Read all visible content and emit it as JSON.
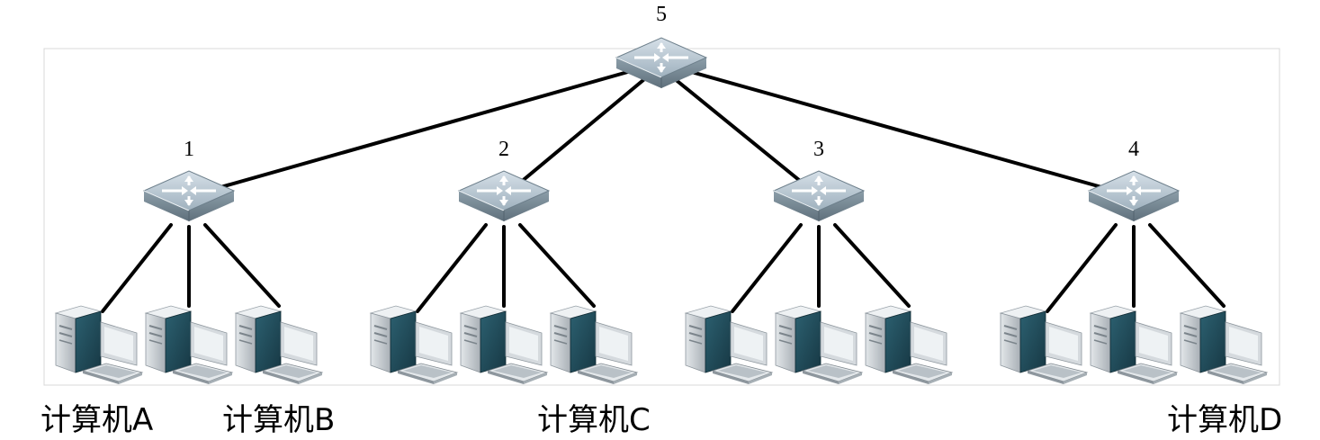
{
  "root_switch": {
    "label": "5"
  },
  "switches": [
    {
      "label": "1",
      "computers": [
        "计算机A",
        "",
        "计算机B"
      ]
    },
    {
      "label": "2",
      "computers": [
        "",
        "",
        "计算机C"
      ]
    },
    {
      "label": "3",
      "computers": [
        "",
        "",
        ""
      ]
    },
    {
      "label": "4",
      "computers": [
        "",
        "",
        "计算机D"
      ]
    }
  ],
  "colors": {
    "link": "#000000",
    "frame": "#d8d8d8",
    "switch_top": "#b7c7d3",
    "switch_side": "#7d8f9c",
    "pc_body": "#c7ccd0",
    "pc_screen": "#1f4a59"
  }
}
